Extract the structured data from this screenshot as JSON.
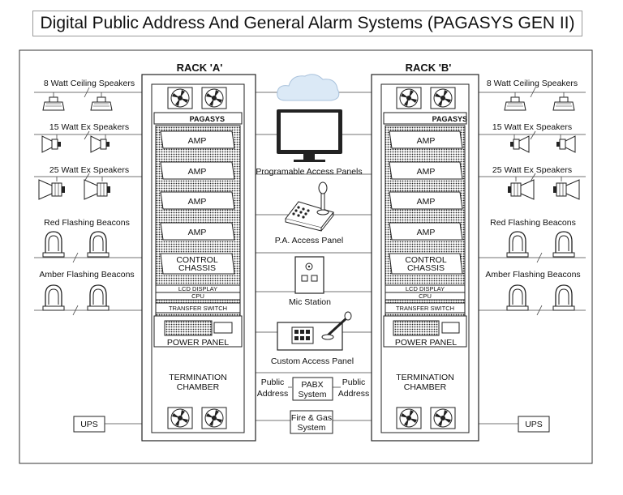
{
  "title": "Digital Public Address And General Alarm Systems (PAGASYS GEN II)",
  "rack_a": {
    "title": "RACK 'A'",
    "brand": "PAGASYS",
    "amps": [
      "AMP",
      "AMP",
      "AMP",
      "AMP"
    ],
    "control_line1": "CONTROL",
    "control_line2": "CHASSIS",
    "lcd": "LCD DISPLAY",
    "cpu": "CPU",
    "transfer": "TRANSFER SWITCH",
    "power_panel": "POWER PANEL",
    "termination_line1": "TERMINATION",
    "termination_line2": "CHAMBER"
  },
  "rack_b": {
    "title": "RACK 'B'",
    "brand": "PAGASYS",
    "amps": [
      "AMP",
      "AMP",
      "AMP",
      "AMP"
    ],
    "control_line1": "CONTROL",
    "control_line2": "CHASSIS",
    "lcd": "LCD DISPLAY",
    "cpu": "CPU",
    "transfer": "TRANSFER SWITCH",
    "power_panel": "POWER PANEL",
    "termination_line1": "TERMINATION",
    "termination_line2": "CHAMBER"
  },
  "left_devices": [
    "8 Watt Ceiling Speakers",
    "15 Watt Ex Speakers",
    "25 Watt Ex Speakers",
    "Red Flashing Beacons",
    "Amber Flashing Beacons"
  ],
  "right_devices": [
    "8 Watt Ceiling Speakers",
    "15 Watt Ex Speakers",
    "25 Watt Ex Speakers",
    "Red Flashing Beacons",
    "Amber Flashing Beacons"
  ],
  "center": {
    "programmable": "Programable Access Panels",
    "pa_panel": "P.A. Access Panel",
    "mic_station": "Mic Station",
    "custom_panel": "Custom Access Panel",
    "public_left_1": "Public",
    "public_left_2": "Address",
    "public_right_1": "Public",
    "public_right_2": "Address",
    "pabx_1": "PABX",
    "pabx_2": "System",
    "fire_1": "Fire & Gas",
    "fire_2": "System"
  },
  "ups_left": "UPS",
  "ups_right": "UPS"
}
